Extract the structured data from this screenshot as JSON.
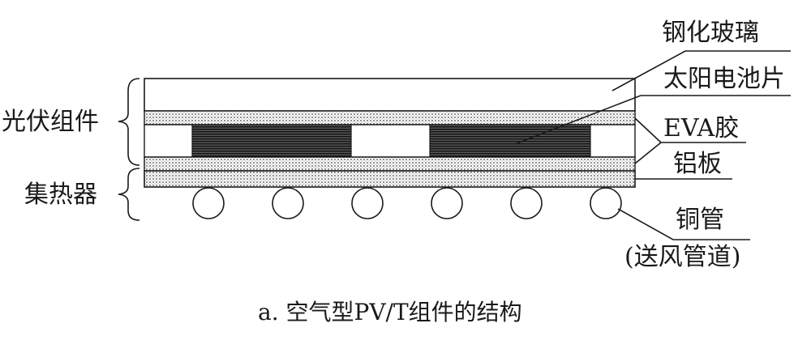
{
  "labels": {
    "glass": "钢化玻璃",
    "cell": "太阳电池片",
    "eva": "EVA胶",
    "aluminum": "铝板",
    "copper": "铜管",
    "duct": "(送风管道)",
    "pv_module": "光伏组件",
    "collector": "集热器"
  },
  "caption": "a. 空气型PV/T组件的结构"
}
